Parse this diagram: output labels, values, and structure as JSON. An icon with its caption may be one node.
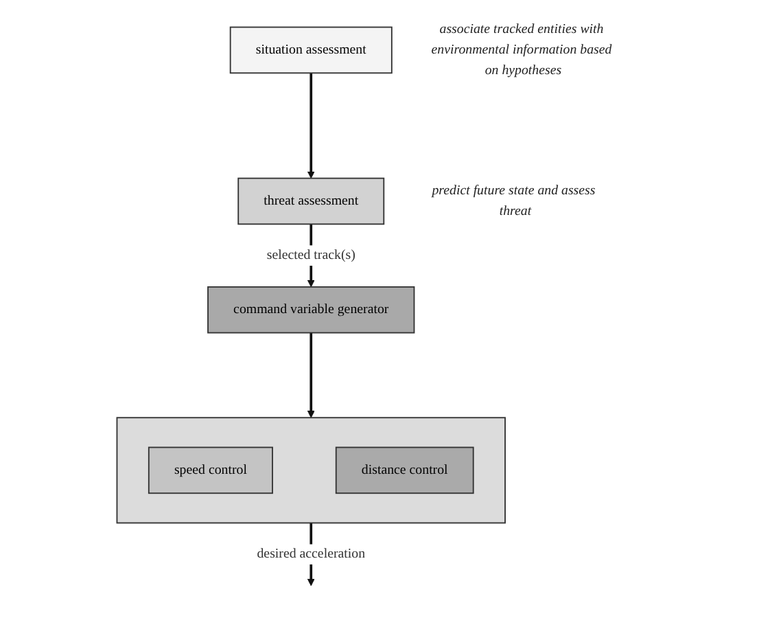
{
  "diagram": {
    "nodes": [
      {
        "text": [
          "situation assessment"
        ],
        "beside": [
          "associate tracked entities with environmental information based on hypotheses"
        ]
      },
      {
        "text": [
          "threat assessment"
        ],
        "beside": [
          "predict future state and assess threat"
        ]
      },
      {
        "text": [
          "command variable generator"
        ]
      },
      {
        "text": [],
        "shape": "box"
      },
      {
        "text": [
          "speed control"
        ],
        "in": 3
      },
      {
        "text": [
          "distance control"
        ],
        "in": 3
      }
    ],
    "edges": [
      {
        "from": 0,
        "to": 1,
        "arrow": "to"
      },
      {
        "from": 1,
        "to": 2,
        "arrow": "to",
        "label": "selected track(s)"
      },
      {
        "from": 2,
        "to": 3,
        "arrow": "to"
      },
      {
        "from": 3,
        "to": null,
        "arrow": "to",
        "label": "desired acceleration"
      }
    ]
  }
}
